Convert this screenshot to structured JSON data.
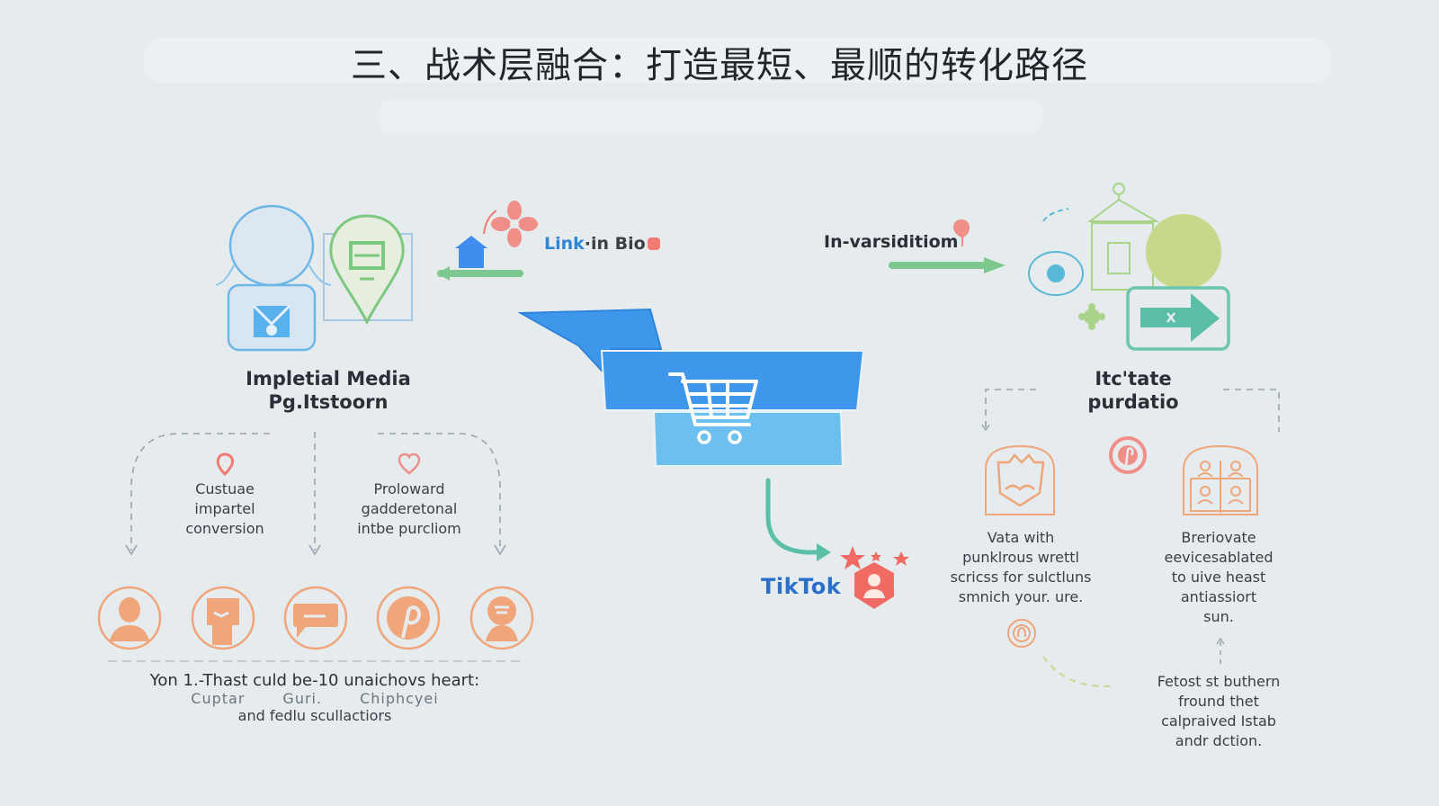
{
  "title": "三、战术层融合：打造最短、最顺的转化路径",
  "colors": {
    "background": "#e6ebee",
    "primary_blue": "#3f97ec",
    "light_blue": "#6cc0f0",
    "green": "#7cc87e",
    "teal": "#5bbfa8",
    "coral": "#ef7b73",
    "peach": "#f0a57a",
    "olive": "#c6d98a",
    "dashed_gray": "#9aa3ab"
  },
  "left_section": {
    "heading_line1": "Impletial Media",
    "heading_line2": "Pg.Itstoorn",
    "icons": [
      "person-icon",
      "location-pin-icon"
    ],
    "branches": [
      {
        "icon": "pin-icon",
        "lines": [
          "Custuae",
          "impartel",
          "conversion"
        ]
      },
      {
        "icon": "heart-icon",
        "lines": [
          "Proloward",
          "gadderetonal",
          "intbe purcliom"
        ]
      }
    ],
    "social_icons": [
      "profile-icon",
      "face-icon",
      "chat-icon",
      "pinterest-icon",
      "avatar-icon"
    ],
    "footer_main": "Yon 1.-Thast culd be-10 unaichovs heart:",
    "footer_items": [
      "Cuptar",
      "Guri.",
      "Chiphcyei"
    ],
    "footer_sub": "and fedlu scullactiors"
  },
  "link_in_bio": {
    "label_part1": "Link",
    "label_part2": "in Bio",
    "icons": [
      "house-icon",
      "flower-icon"
    ]
  },
  "center": {
    "icon": "shopping-cart-laptop-icon"
  },
  "tiktok": {
    "label": "TikTok",
    "icons": [
      "star-icon",
      "user-hexagon-icon"
    ]
  },
  "invarsiditiom": {
    "label": "In-varsiditiom",
    "icon": "balloon-icon"
  },
  "right_section": {
    "heading_line1": "Itc'tate",
    "heading_line2": "purdatio",
    "icons": [
      "hanger-shop-icon",
      "refresh-cycle-icon",
      "arrow-board-icon",
      "gear-icon"
    ],
    "mid_icon": "pinterest-badge-icon",
    "columns": [
      {
        "icon": "shield-icon",
        "lines": [
          "Vata with",
          "punklrous wrettl",
          "scricss for sulctluns",
          "smnich your. ure."
        ]
      },
      {
        "icon": "team-grid-icon",
        "lines": [
          "Breriovate",
          "eevicesablated",
          "to uive heast",
          "antiassiort",
          "sun."
        ]
      }
    ],
    "spiral_icon": "spiral-icon",
    "bottom_note": [
      "Fetost st buthern",
      "fround thet",
      "calpraived Istab",
      "andr dction."
    ]
  }
}
